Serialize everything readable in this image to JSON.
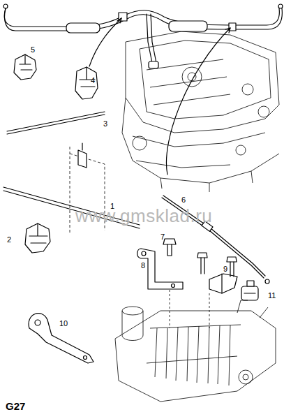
{
  "diagram": {
    "labels": [
      "5",
      "4",
      "3",
      "1",
      "2",
      "6",
      "7",
      "8",
      "9",
      "11",
      "10",
      "G27",
      "www.gmsklad.ru"
    ]
  }
}
